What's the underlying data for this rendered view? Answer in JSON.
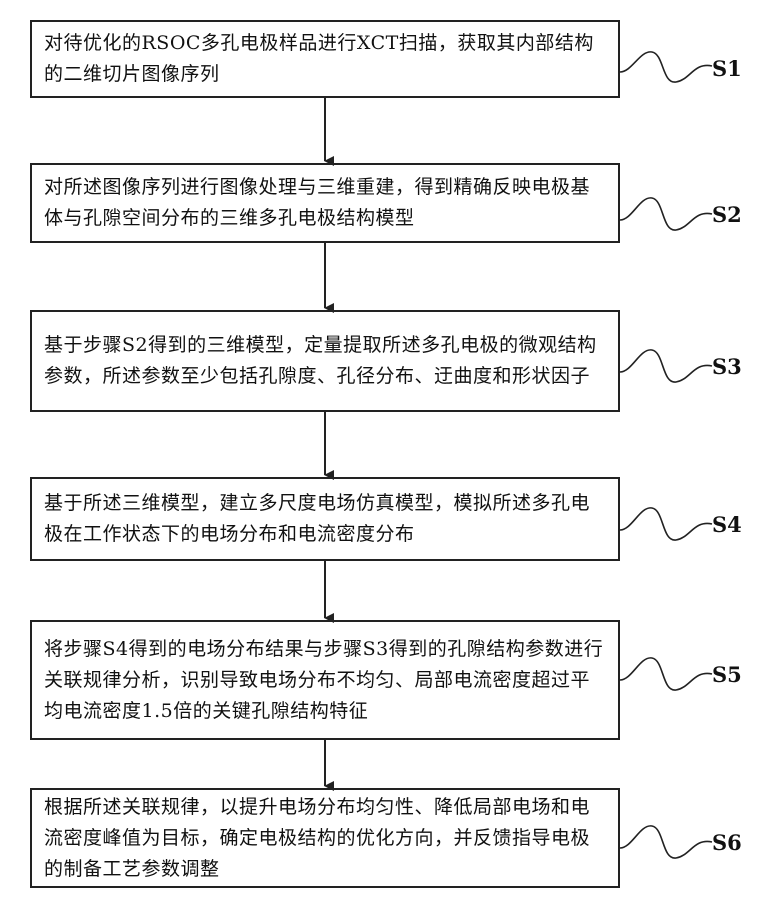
{
  "steps": [
    {
      "label": "S1",
      "text": "对待优化的RSOC多孔电极样品进行XCT扫描，获取其内部结构的二维切片图像序列"
    },
    {
      "label": "S2",
      "text": "对所述图像序列进行图像处理与三维重建，得到精确反映电极基体与孔隙空间分布的三维多孔电极结构模型"
    },
    {
      "label": "S3",
      "text": "基于步骤S2得到的三维模型，定量提取所述多孔电极的微观结构参数，所述参数至少包括孔隙度、孔径分布、迂曲度和形状因子"
    },
    {
      "label": "S4",
      "text": "基于所述三维模型，建立多尺度电场仿真模型，模拟所述多孔电极在工作状态下的电场分布和电流密度分布"
    },
    {
      "label": "S5",
      "text": "将步骤S4得到的电场分布结果与步骤S3得到的孔隙结构参数进行关联规律分析，识别导致电场分布不均匀、局部电流密度超过平均电流密度1.5倍的关键孔隙结构特征"
    },
    {
      "label": "S6",
      "text": "根据所述关联规律，以提升电场分布均匀性、降低局部电场和电流密度峰值为目标，确定电极结构的优化方向，并反馈指导电极的制备工艺参数调整"
    }
  ]
}
